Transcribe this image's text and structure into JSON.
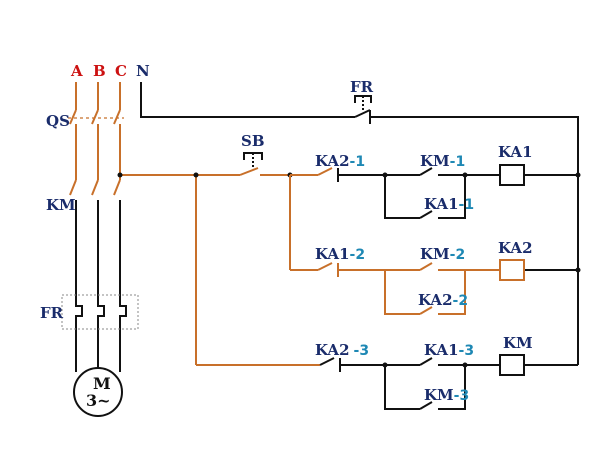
{
  "colors": {
    "orange": "#c8702a",
    "black": "#111111",
    "red_label": "#cc1111",
    "navy_label": "#1a2c6b",
    "cyan_label": "#1e88b4"
  },
  "labels": {
    "phase_a": "A",
    "phase_b": "B",
    "phase_c": "C",
    "neutral": "N",
    "qs": "QS",
    "km_main": "KM",
    "fr_main": "FR",
    "motor_m": "M",
    "motor_phase": "3~",
    "fr_top": "FR",
    "sb": "SB",
    "r1_ka2_name": "KA2",
    "r1_ka2_num": "-1",
    "r1_km_name": "KM",
    "r1_km_num": "-1",
    "r1_ka1_name": "KA1",
    "r1_ka1_num": "-1",
    "coil_ka1": "KA1",
    "r2_ka1_name": "KA1",
    "r2_ka1_num": "-2",
    "r2_km_name": "KM",
    "r2_km_num": "-2",
    "r2_ka2_name": "KA2",
    "r2_ka2_num": "-2",
    "coil_ka2": "KA2",
    "r3_ka2_name": "KA2",
    "r3_ka2_num": "-3",
    "r3_ka1_name": "KA1",
    "r3_ka1_num": "-3",
    "r3_km_name": "KM",
    "r3_km_num": "-3",
    "coil_km": "KM"
  }
}
